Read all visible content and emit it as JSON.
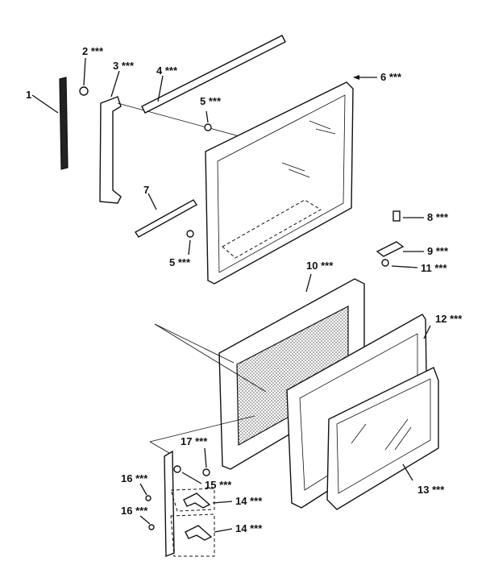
{
  "labels": {
    "p1": "1",
    "p2": "2 ***",
    "p3": "3 ***",
    "p4": "4 ***",
    "p5a": "5 ***",
    "p5b": "5 ***",
    "p6": "6 ***",
    "p7": "7",
    "p8": "8 ***",
    "p9": "9 ***",
    "p10": "10 ***",
    "p11": "11 ***",
    "p12": "12 ***",
    "p13": "13 ***",
    "p14a": "14 ***",
    "p14b": "14 ***",
    "p15": "15 ***",
    "p16a": "16 ***",
    "p16b": "16 ***",
    "p17": "17 ***"
  }
}
